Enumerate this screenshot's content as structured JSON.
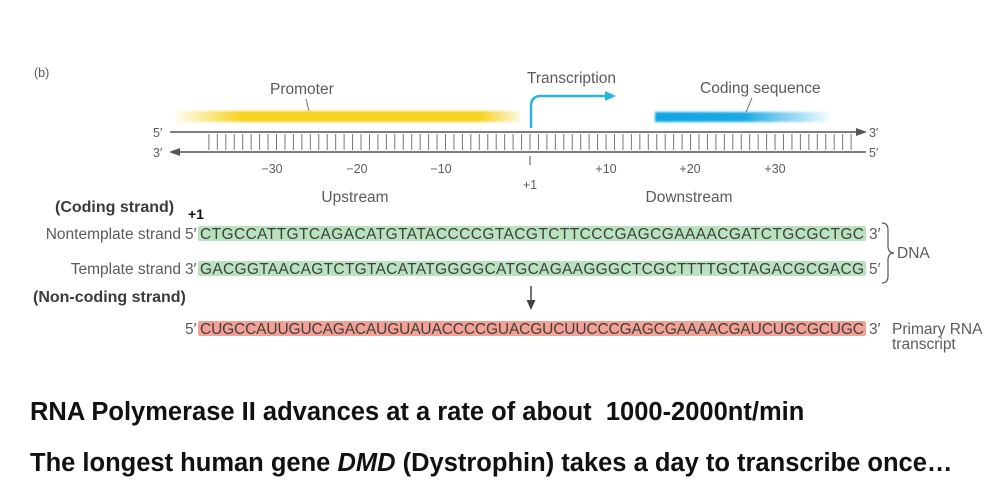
{
  "panel_label": "(b)",
  "features": {
    "promoter": "Promoter",
    "transcription": "Transcription",
    "coding_sequence": "Coding sequence"
  },
  "duplex": {
    "top_left": "5′",
    "top_right": "3′",
    "bottom_left": "3′",
    "bottom_right": "5′",
    "ticks": [
      "−30",
      "−20",
      "−10",
      "+10",
      "+20",
      "+30"
    ],
    "start_site": "+1",
    "upstream": "Upstream",
    "downstream": "Downstream"
  },
  "strands": {
    "coding_strand_note": "(Coding strand)",
    "start_marker": "+1",
    "nontemplate": {
      "label": "Nontemplate strand",
      "left_end": "5′",
      "sequence": "CTGCCATTGTCAGACATGTATACCCCGTACGTCTTCCCGAGCGAAAACGATCTGCGCTGC",
      "right_end": "3′"
    },
    "template": {
      "label": "Template strand",
      "left_end": "3′",
      "sequence": "GACGGTAACAGTCTGTACATATGGGGCATGCAGAAGGGCTCGCTTTTGCTAGACGCGACG",
      "right_end": "5′"
    },
    "dna_label": "DNA",
    "noncoding_strand_note": "(Non-coding strand)",
    "rna": {
      "left_end": "5′",
      "sequence": "CUGCCAUUGUCAGACAUGUAUACCCCGUACGUCUUCCCGAGCGAAAACGAUCUGCGCUGC",
      "right_end": "3′",
      "label": [
        "Primary RNA",
        "transcript"
      ]
    }
  },
  "notes": {
    "rate": "RNA Polymerase II advances at a rate of about  1000-2000nt/min",
    "dmd_before": "The longest human gene ",
    "dmd_gene": "DMD",
    "dmd_after": " (Dystrophin) takes a day to transcribe once…"
  },
  "colors": {
    "promoter": "#f6d21a",
    "transcription_arrow": "#29b4e6",
    "coding_sequence": "#0fa5e3",
    "dna_highlight": "#b9e3be",
    "rna_highlight": "#f3a195"
  }
}
